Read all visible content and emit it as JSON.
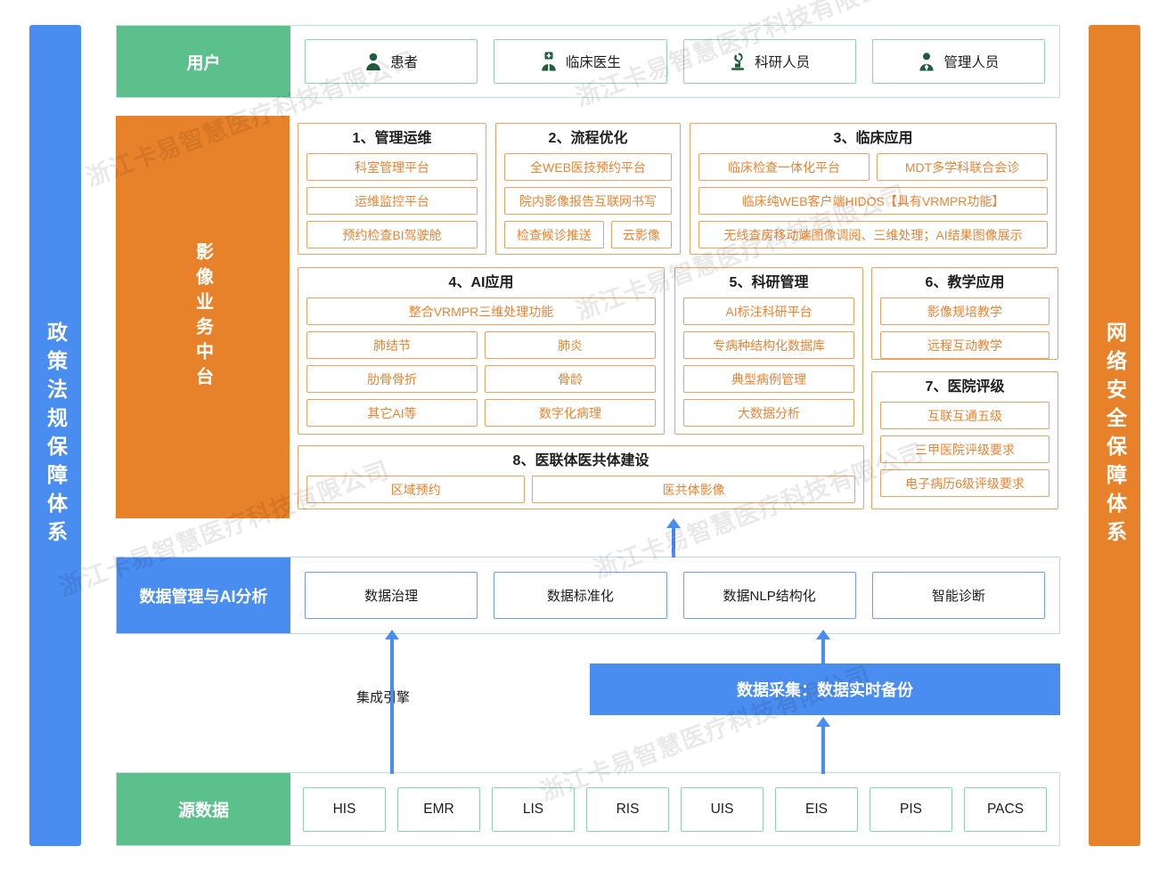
{
  "pillars": {
    "left": {
      "label": "政策法规保障体系",
      "color": "#4a8df0"
    },
    "right": {
      "label": "网络安全保障体系",
      "color": "#e8822a"
    }
  },
  "watermark": {
    "text": "浙江卡易智慧医疗科技有限公司"
  },
  "users": {
    "label": "用户",
    "color": "#5cc08d",
    "items": [
      {
        "label": "患者",
        "icon": "patient-icon"
      },
      {
        "label": "临床医生",
        "icon": "doctor-icon"
      },
      {
        "label": "科研人员",
        "icon": "microscope-icon"
      },
      {
        "label": "管理人员",
        "icon": "manager-icon"
      }
    ]
  },
  "business": {
    "label": "影像业务中台",
    "color": "#e8822a",
    "accent": "#ea8434",
    "sections": [
      {
        "title": "1、管理运维",
        "rows": [
          [
            "科室管理平台"
          ],
          [
            "运维监控平台"
          ],
          [
            "预约检查BI驾驶舱"
          ]
        ]
      },
      {
        "title": "2、流程优化",
        "rows": [
          [
            "全WEB医技预约平台"
          ],
          [
            "院内影像报告互联网书写"
          ],
          [
            "检查候诊推送",
            "云影像"
          ]
        ]
      },
      {
        "title": "3、临床应用",
        "rows": [
          [
            "临床检查一体化平台",
            "MDT多学科联合会诊"
          ],
          [
            "临床纯WEB客户端HIDOS【具有VRMPR功能】"
          ],
          [
            "无线查房移动端图像调阅、三维处理；AI结果图像展示"
          ]
        ]
      },
      {
        "title": "4、AI应用",
        "rows": [
          [
            "整合VRMPR三维处理功能"
          ],
          [
            "肺结节",
            "肺炎"
          ],
          [
            "肋骨骨折",
            "骨龄"
          ],
          [
            "其它AI等",
            "数字化病理"
          ]
        ]
      },
      {
        "title": "5、科研管理",
        "rows": [
          [
            "AI标注科研平台"
          ],
          [
            "专病种结构化数据库"
          ],
          [
            "典型病例管理"
          ],
          [
            "大数据分析"
          ]
        ]
      },
      {
        "title": "6、教学应用",
        "rows": [
          [
            "影像规培教学"
          ],
          [
            "远程互动教学"
          ]
        ]
      },
      {
        "title": "7、医院评级",
        "rows": [
          [
            "互联互通五级"
          ],
          [
            "三甲医院评级要求"
          ],
          [
            "电子病历6级评级要求"
          ]
        ]
      },
      {
        "title": "8、医联体医共体建设",
        "rows": [
          [
            "区域预约",
            "医共体影像"
          ]
        ]
      }
    ]
  },
  "data_management": {
    "label": "数据管理与AI分析",
    "color": "#4a8df0",
    "items": [
      "数据治理",
      "数据标准化",
      "数据NLP结构化",
      "智能诊断"
    ]
  },
  "collection": {
    "bar_label": "数据采集：数据实时备份",
    "bar_color": "#4a8df0",
    "integration_label": "集成引擎"
  },
  "source": {
    "label": "源数据",
    "color": "#5cc08d",
    "items": [
      "HIS",
      "EMR",
      "LIS",
      "RIS",
      "UIS",
      "EIS",
      "PIS",
      "PACS"
    ]
  }
}
